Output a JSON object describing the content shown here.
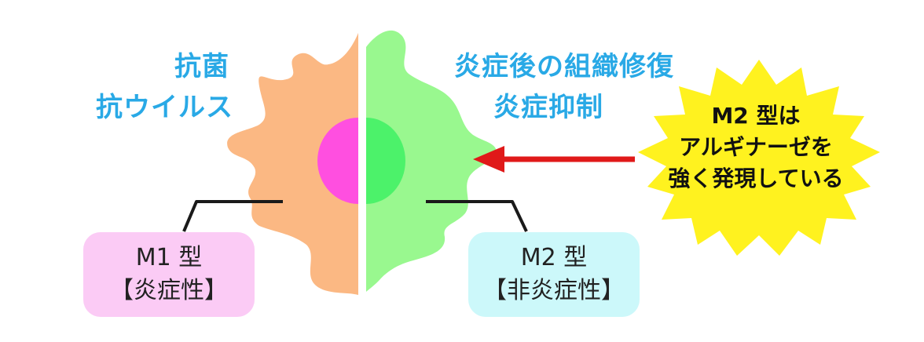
{
  "m1": {
    "functions": [
      "抗菌",
      "抗ウイルス"
    ],
    "type_label": "M1 型",
    "type_property": "【炎症性】"
  },
  "m2": {
    "functions": [
      "炎症後の組織修復",
      "炎症抑制"
    ],
    "type_label": "M2 型",
    "type_property": "【非炎症性】"
  },
  "callout": {
    "lines": [
      "M2 型は",
      "アルギナーゼを",
      "強く発現している"
    ]
  },
  "colors": {
    "m1_cell": "#fbb883",
    "m1_nucleus": "#ff4fe0",
    "m2_cell": "#99f88f",
    "m2_nucleus": "#4cf26a",
    "label_blue": "#29a9e6",
    "m1_box": "#fbcbf5",
    "m2_box": "#ccf8fa",
    "arrow": "#e01919",
    "starburst": "#fff21f"
  }
}
